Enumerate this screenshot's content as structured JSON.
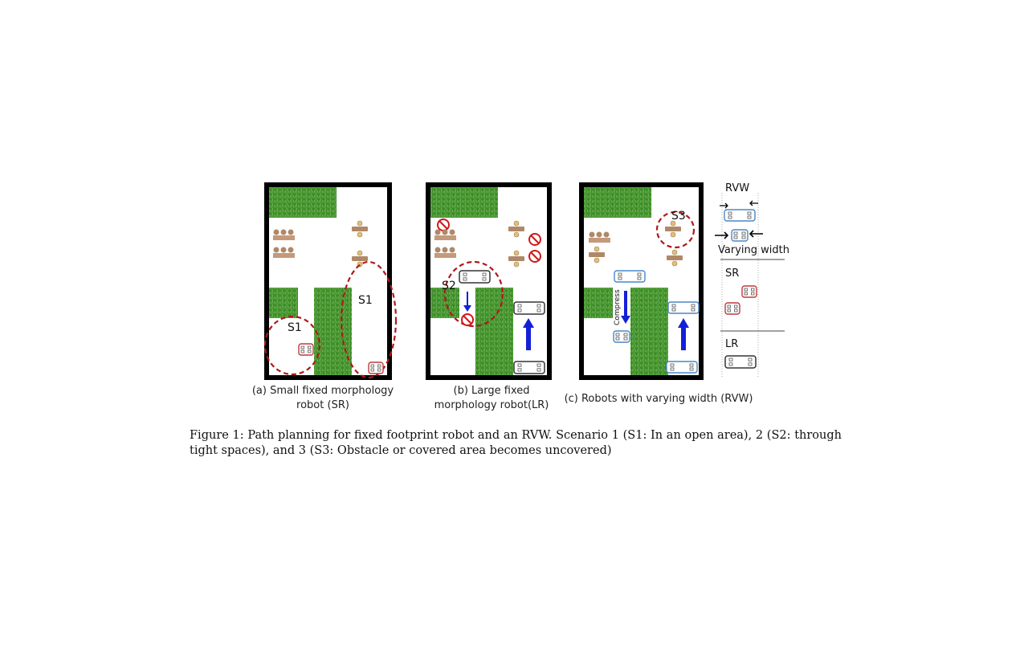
{
  "panels": [
    {
      "id": "a",
      "caption_line1": "(a) Small fixed morphology",
      "caption_line2": "robot (SR)"
    },
    {
      "id": "b",
      "caption_line1": "(b) Large fixed",
      "caption_line2": "morphology robot(LR)"
    },
    {
      "id": "c",
      "caption_line1": "(c) Robots with varying width (RVW)",
      "caption_line2": ""
    }
  ],
  "scenario_labels": {
    "s1": "S1",
    "s2": "S2",
    "s3": "S3"
  },
  "compress_label": "Compress",
  "legend": {
    "rvw": "RVW",
    "varying_width": "Varying width",
    "sr": "SR",
    "lr": "LR"
  },
  "colors": {
    "grass": "#4a9a32",
    "wall": "#000000",
    "scenario_circle": "#b01818",
    "sr_robot": "#c0393b",
    "lr_robot": "#333333",
    "rvw_robot": "#4a86c8",
    "arrow": "#1420d8"
  },
  "figure_caption": "Figure 1: Path planning for fixed footprint robot and an RVW. Scenario 1 (S1: In an open area), 2 (S2: through tight spaces), and 3 (S3: Obstacle or covered area becomes uncovered)"
}
